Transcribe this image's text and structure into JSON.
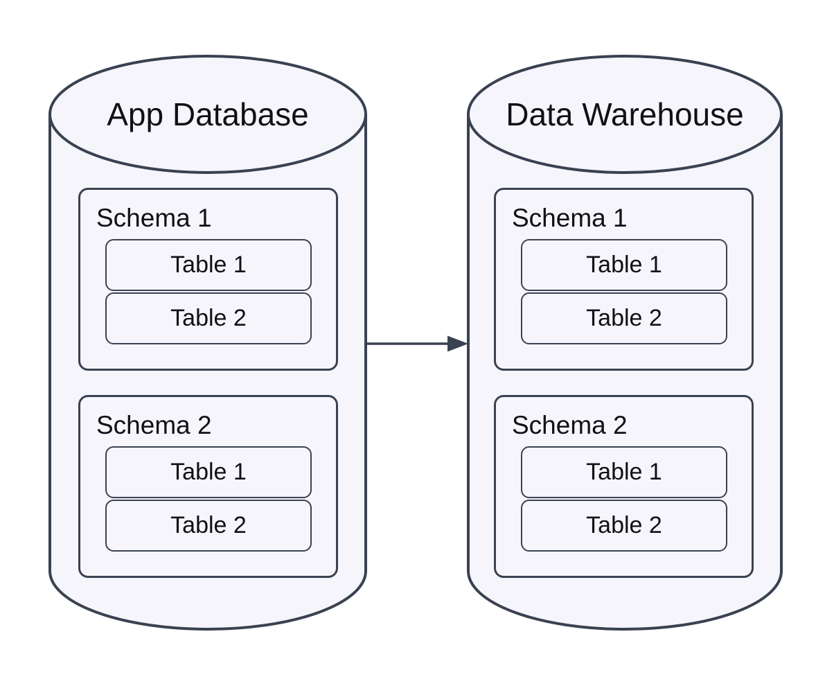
{
  "diagram": {
    "type": "database-sync-diagram",
    "colors": {
      "background": "#ffffff",
      "shape_fill": "#f5f5fb",
      "stroke": "#3a4150",
      "text": "#101114"
    },
    "nodes": [
      {
        "id": "app-database",
        "shape": "database-cylinder",
        "title": "App Database",
        "schemas": [
          {
            "label": "Schema 1",
            "tables": [
              "Table 1",
              "Table 2"
            ]
          },
          {
            "label": "Schema 2",
            "tables": [
              "Table 1",
              "Table 2"
            ]
          }
        ]
      },
      {
        "id": "data-warehouse",
        "shape": "database-cylinder",
        "title": "Data Warehouse",
        "schemas": [
          {
            "label": "Schema 1",
            "tables": [
              "Table 1",
              "Table 2"
            ]
          },
          {
            "label": "Schema 2",
            "tables": [
              "Table 1",
              "Table 2"
            ]
          }
        ]
      }
    ],
    "connector": {
      "from": "App Database",
      "to": "Data Warehouse",
      "style": "solid-line-filled-arrowhead",
      "direction": "left-to-right"
    }
  }
}
